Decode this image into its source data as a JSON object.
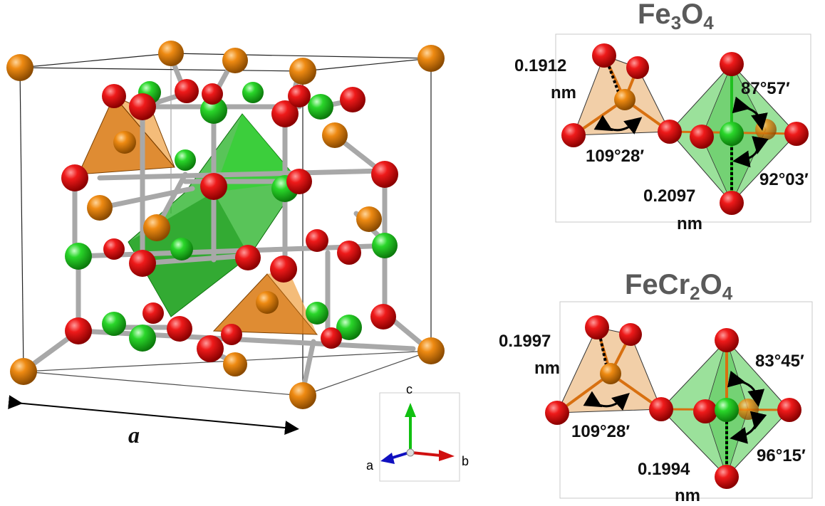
{
  "crystal": {
    "lattice_label": "a",
    "axes": {
      "a": "a",
      "b": "b",
      "c": "c"
    }
  },
  "panels": [
    {
      "title_base1": "Fe",
      "title_sub1": "3",
      "title_base2": "O",
      "title_sub2": "4",
      "title_base3": "",
      "title_sub3": "",
      "tet_bond_value": "0.1912",
      "tet_bond_unit": "nm",
      "tet_angle": "109°28′",
      "oct_angle_1": "87°57′",
      "oct_angle_2": "92°03′",
      "oct_bond_value": "0.2097",
      "oct_bond_unit": "nm"
    },
    {
      "title_base1": "FeCr",
      "title_sub1": "2",
      "title_base2": "O",
      "title_sub2": "4",
      "title_base3": "",
      "title_sub3": "",
      "tet_bond_value": "0.1997",
      "tet_bond_unit": "nm",
      "tet_angle": "109°28′",
      "oct_angle_1": "83°45′",
      "oct_angle_2": "96°15′",
      "oct_bond_value": "0.1994",
      "oct_bond_unit": "nm"
    }
  ],
  "colors": {
    "fe_atom": "#e8840c",
    "o_atom": "#e01010",
    "cr_atom": "#20c020",
    "tetrahedron": "#d9780f",
    "octahedron": "#22b022",
    "axis_a": "#1010c0",
    "axis_b": "#d01010",
    "axis_c": "#10c010"
  }
}
